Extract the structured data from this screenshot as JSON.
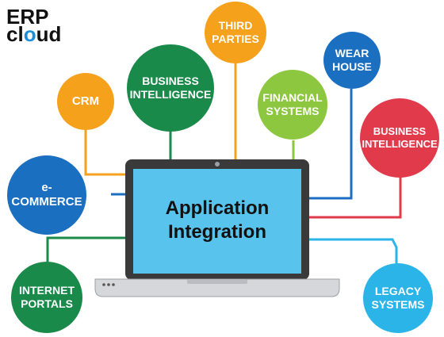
{
  "logo": {
    "line1": "ERP",
    "line2": "cloud"
  },
  "center": {
    "label": "Application\nIntegration"
  },
  "colors": {
    "orange": "#f5a11c",
    "green": "#1a8a4a",
    "lime": "#8dc63f",
    "blue": "#1b6fc0",
    "red": "#e03a4b",
    "cyan": "#2bb4e8",
    "screen": "#58c3ec",
    "laptop_frame": "#3a3a3a"
  },
  "nodes": [
    {
      "key": "crm",
      "label": "CRM",
      "color": "orange"
    },
    {
      "key": "bi_top",
      "label": "BUSINESS\nINTELLIGENCE",
      "color": "green"
    },
    {
      "key": "third_parties",
      "label": "THIRD\nPARTIES",
      "color": "orange"
    },
    {
      "key": "financial",
      "label": "FINANCIAL\nSYSTEMS",
      "color": "lime"
    },
    {
      "key": "warehouse",
      "label": "WEAR\nHOUSE",
      "color": "blue"
    },
    {
      "key": "bi_right",
      "label": "BUSINESS\nINTELLIGENCE",
      "color": "red"
    },
    {
      "key": "ecommerce",
      "label": "e-\nCOMMERCE",
      "color": "blue"
    },
    {
      "key": "internet_portals",
      "label": "INTERNET\nPORTALS",
      "color": "green"
    },
    {
      "key": "legacy",
      "label": "LEGACY\nSYSTEMS",
      "color": "cyan"
    }
  ]
}
